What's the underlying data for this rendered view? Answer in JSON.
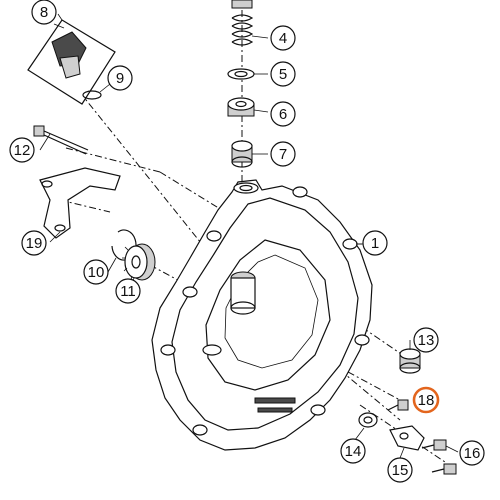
{
  "diagram": {
    "callouts": [
      {
        "id": "c1",
        "label": "1"
      },
      {
        "id": "c4",
        "label": "4"
      },
      {
        "id": "c5",
        "label": "5"
      },
      {
        "id": "c6",
        "label": "6"
      },
      {
        "id": "c7",
        "label": "7"
      },
      {
        "id": "c8",
        "label": "8"
      },
      {
        "id": "c9",
        "label": "9"
      },
      {
        "id": "c10",
        "label": "10"
      },
      {
        "id": "c11",
        "label": "11"
      },
      {
        "id": "c12",
        "label": "12"
      },
      {
        "id": "c13",
        "label": "13"
      },
      {
        "id": "c14",
        "label": "14"
      },
      {
        "id": "c15",
        "label": "15"
      },
      {
        "id": "c16",
        "label": "16"
      },
      {
        "id": "c18",
        "label": "18"
      },
      {
        "id": "c19",
        "label": "19"
      }
    ],
    "highlighted_label": "18",
    "highlight_color": "#e3651d",
    "line_color": "#111111"
  }
}
